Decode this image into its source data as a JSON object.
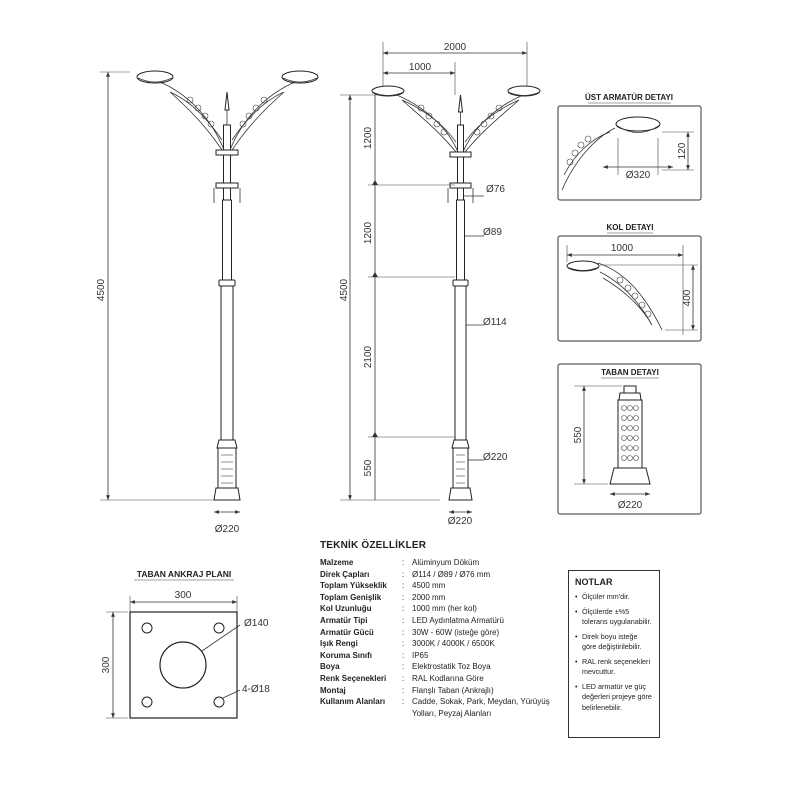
{
  "dimensions": {
    "total_width": "2000",
    "arm_length": "1000",
    "total_height": "4500",
    "seg_top": "1200",
    "seg_mid": "1200",
    "seg_lower": "2100",
    "seg_base": "550",
    "dia_top": "Ø76",
    "dia_mid": "Ø89",
    "dia_lower": "Ø114",
    "dia_base": "Ø220",
    "dia_foot_left": "Ø220",
    "dia_foot_right": "Ø220"
  },
  "details": {
    "lamp": {
      "title": "ÜST ARMATÜR DETAYI",
      "diameter": "Ø320",
      "height": "120"
    },
    "arm": {
      "title": "KOL DETAYI",
      "width": "1000",
      "height": "400"
    },
    "base": {
      "title": "TABAN DETAYI",
      "height": "550",
      "diameter": "Ø220"
    }
  },
  "anchor_plan": {
    "title": "TABAN ANKRAJ PLANI",
    "width": "300",
    "height": "300",
    "hole_center": "Ø140",
    "bolts": "4-Ø18"
  },
  "specs": {
    "title": "TEKNİK ÖZELLİKLER",
    "rows": [
      {
        "label": "Malzeme",
        "value": "Alüminyum Döküm"
      },
      {
        "label": "Direk Çapları",
        "value": "Ø114 / Ø89 / Ø76 mm"
      },
      {
        "label": "Toplam Yükseklik",
        "value": "4500 mm"
      },
      {
        "label": "Toplam Genişlik",
        "value": "2000 mm"
      },
      {
        "label": "Kol Uzunluğu",
        "value": "1000 mm (her kol)"
      },
      {
        "label": "Armatür Tipi",
        "value": "LED Aydınlatma Armatürü"
      },
      {
        "label": "Armatür Gücü",
        "value": "30W - 60W (isteğe göre)"
      },
      {
        "label": "Işık Rengi",
        "value": "3000K / 4000K / 6500K"
      },
      {
        "label": "Koruma Sınıfı",
        "value": "IP65"
      },
      {
        "label": "Boya",
        "value": "Elektrostatik Toz Boya"
      },
      {
        "label": "Renk Seçenekleri",
        "value": "RAL Kodlarına Göre"
      },
      {
        "label": "Montaj",
        "value": "Flanşlı Taban (Ankrajlı)"
      },
      {
        "label": "Kullanım Alanları",
        "value": "Cadde, Sokak, Park, Meydan, Yürüyüş Yolları, Peyzaj Alanları"
      }
    ]
  },
  "notes": {
    "title": "NOTLAR",
    "items": [
      "Ölçüler mm'dir.",
      "Ölçülerde ±%5 tolerans uygulanabilir.",
      "Direk boyu isteğe göre değiştirilebilir.",
      "RAL renk seçenekleri mevcuttur.",
      "LED armatür ve güç değerleri projeye göre belirlenebilir."
    ]
  }
}
